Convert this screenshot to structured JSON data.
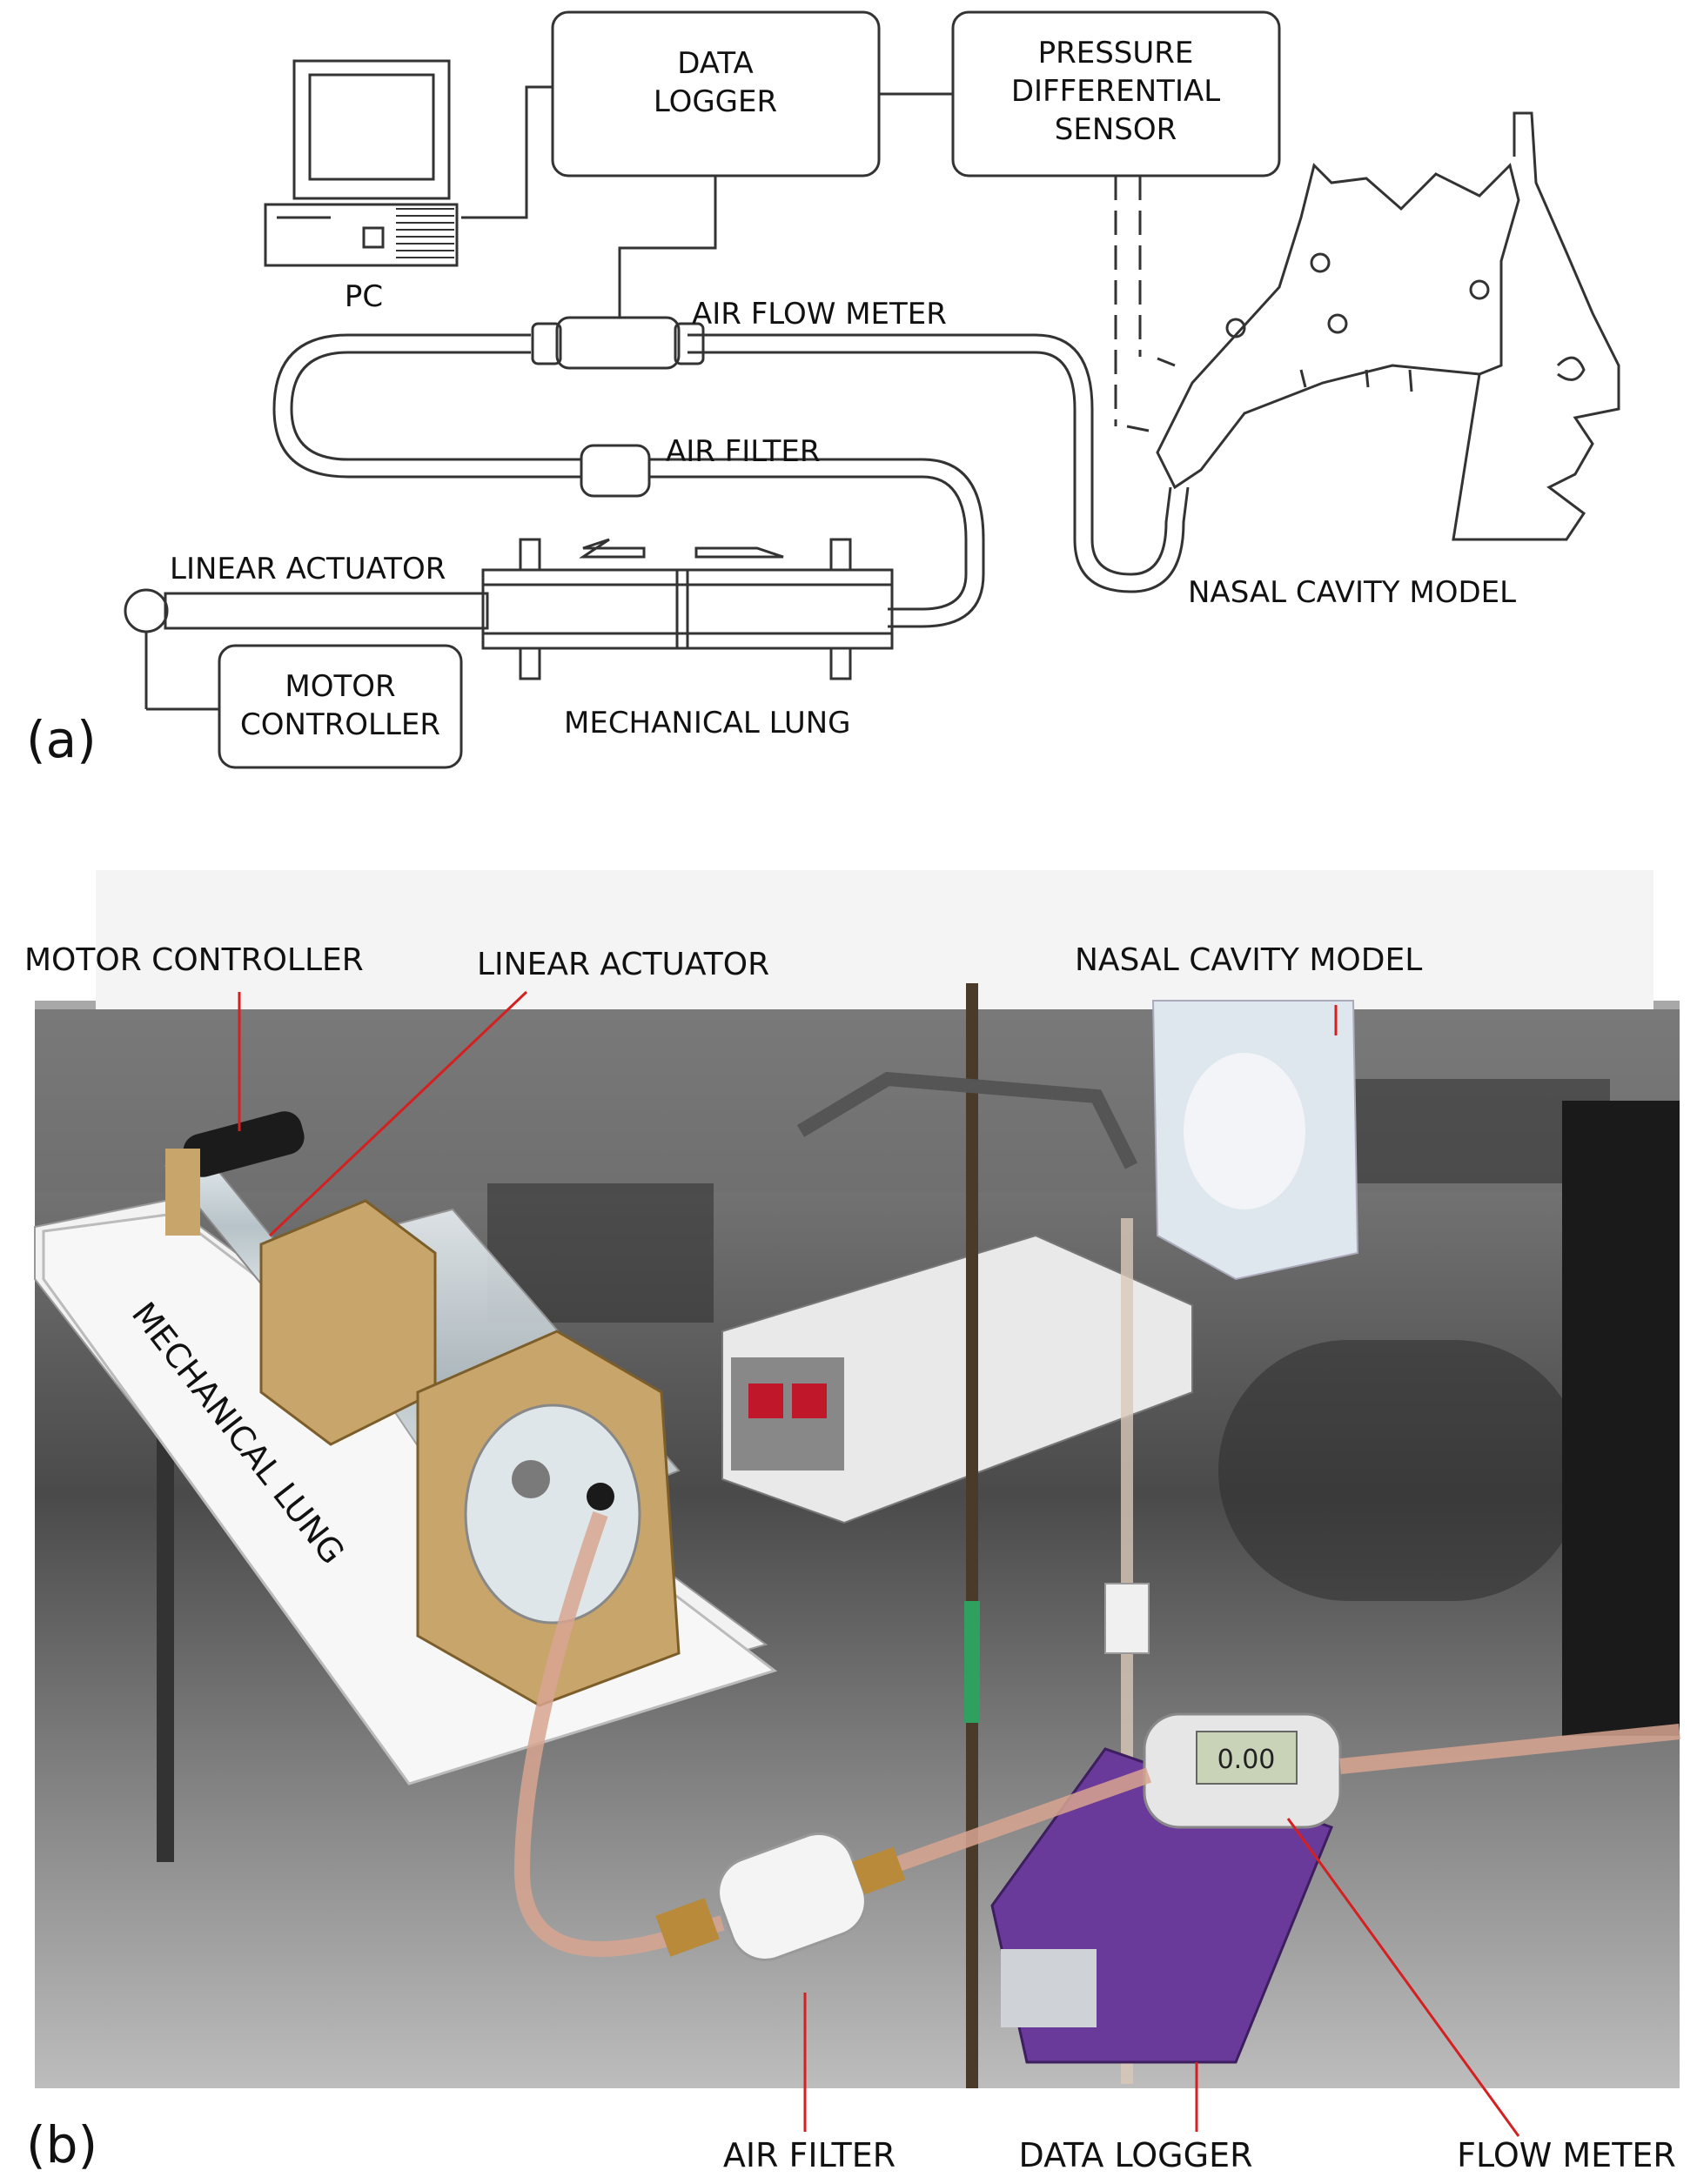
{
  "panel_a": {
    "panel_label": "(a)",
    "labels": {
      "data_logger": "DATA LOGGER",
      "pressure_sensor": "PRESSURE DIFFERENTIAL SENSOR",
      "pc": "PC",
      "air_flow_meter": "AIR FLOW METER",
      "air_filter": "AIR FILTER",
      "linear_actuator": "LINEAR ACTUATOR",
      "motor_controller": "MOTOR CONTROLLER",
      "mechanical_lung": "MECHANICAL LUNG",
      "nasal_cavity_model": "NASAL CAVITY MODEL"
    }
  },
  "panel_b": {
    "panel_label": "(b)",
    "labels": {
      "motor_controller": "MOTOR CONTROLLER",
      "linear_actuator": "LINEAR ACTUATOR",
      "nasal_cavity_model": "NASAL CAVITY MODEL",
      "mechanical_lung": "MECHANICAL LUNG",
      "air_filter": "AIR FILTER",
      "data_logger": "DATA LOGGER",
      "flow_meter": "FLOW METER"
    },
    "flow_meter_display": "0.00",
    "colors": {
      "leader_line": "#d42020",
      "data_logger_body": "#6a3a9a",
      "ground_green": "#2fa060"
    }
  }
}
